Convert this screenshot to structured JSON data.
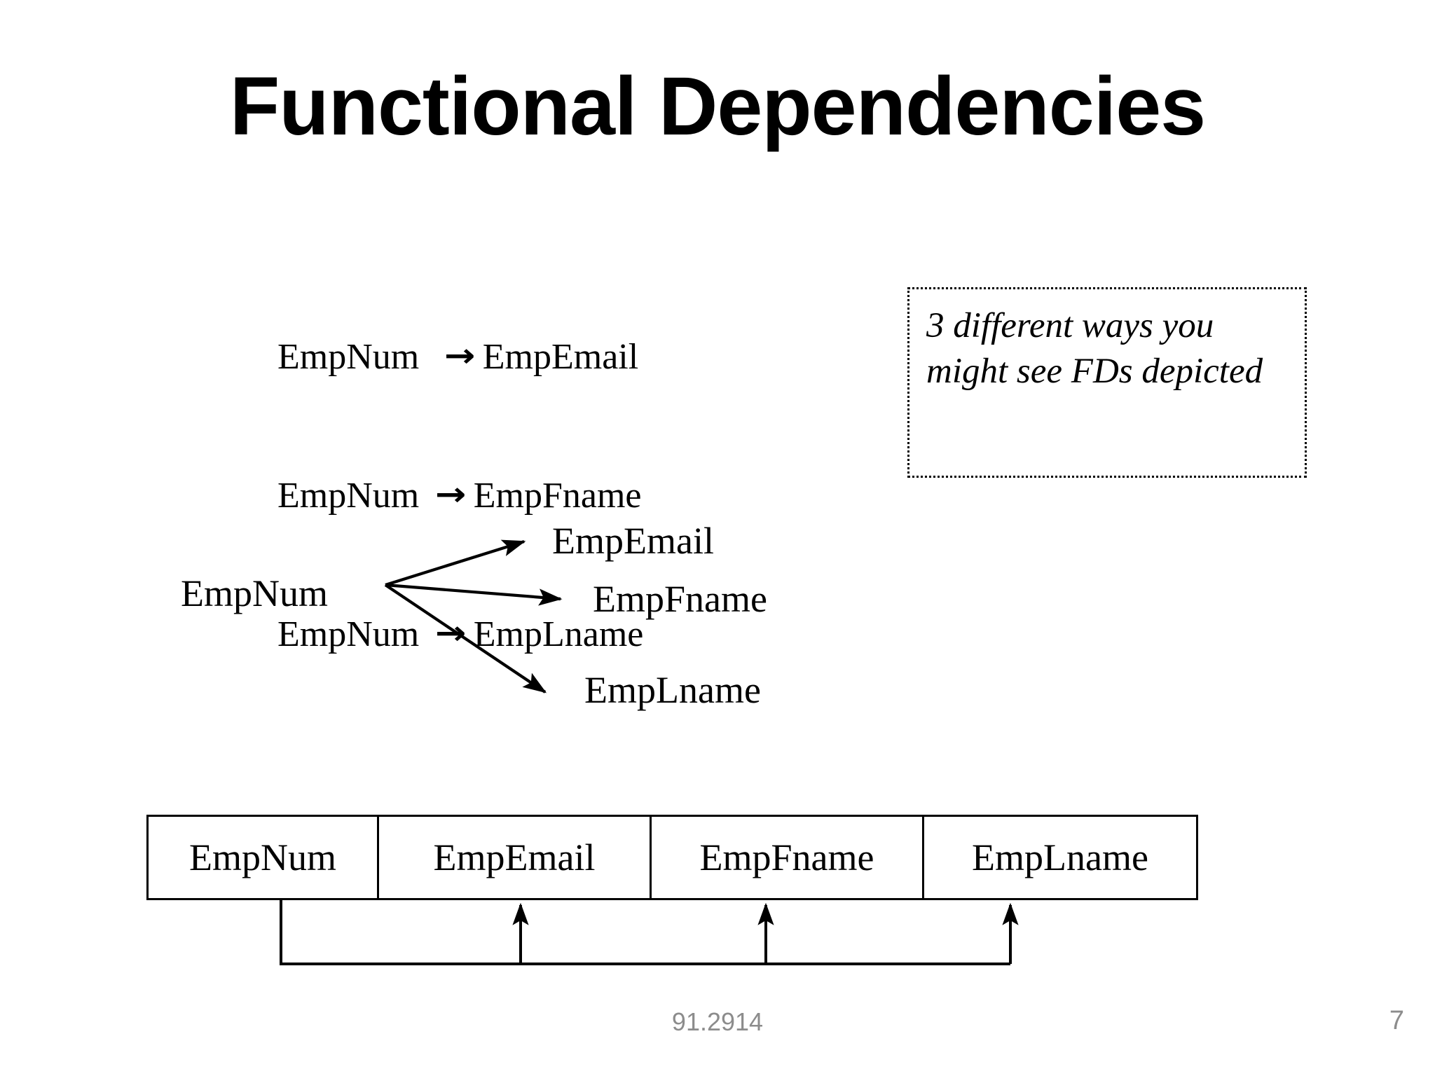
{
  "slide": {
    "title": "Functional Dependencies",
    "footer_code": "91.2914",
    "page_number": "7"
  },
  "fd_list": {
    "lines": [
      {
        "determinant": "EmpNum",
        "arrow": "→",
        "dependent": "EmpEmail",
        "gap": "  "
      },
      {
        "determinant": "EmpNum",
        "arrow": "→",
        "dependent": "EmpFname",
        "gap": " "
      },
      {
        "determinant": "EmpNum",
        "arrow": "→",
        "dependent": "EmpLname",
        "gap": " "
      }
    ]
  },
  "callout": {
    "text": "3 different ways you might see FDs depicted"
  },
  "fan_diagram": {
    "source": "EmpNum",
    "targets": [
      "EmpEmail",
      "EmpFname",
      "EmpLname"
    ]
  },
  "relation": {
    "columns": [
      "EmpNum",
      "EmpEmail",
      "EmpFname",
      "EmpLname"
    ]
  },
  "colors": {
    "ink": "#000000",
    "footer_gray": "#8c8c8c",
    "background": "#ffffff"
  }
}
